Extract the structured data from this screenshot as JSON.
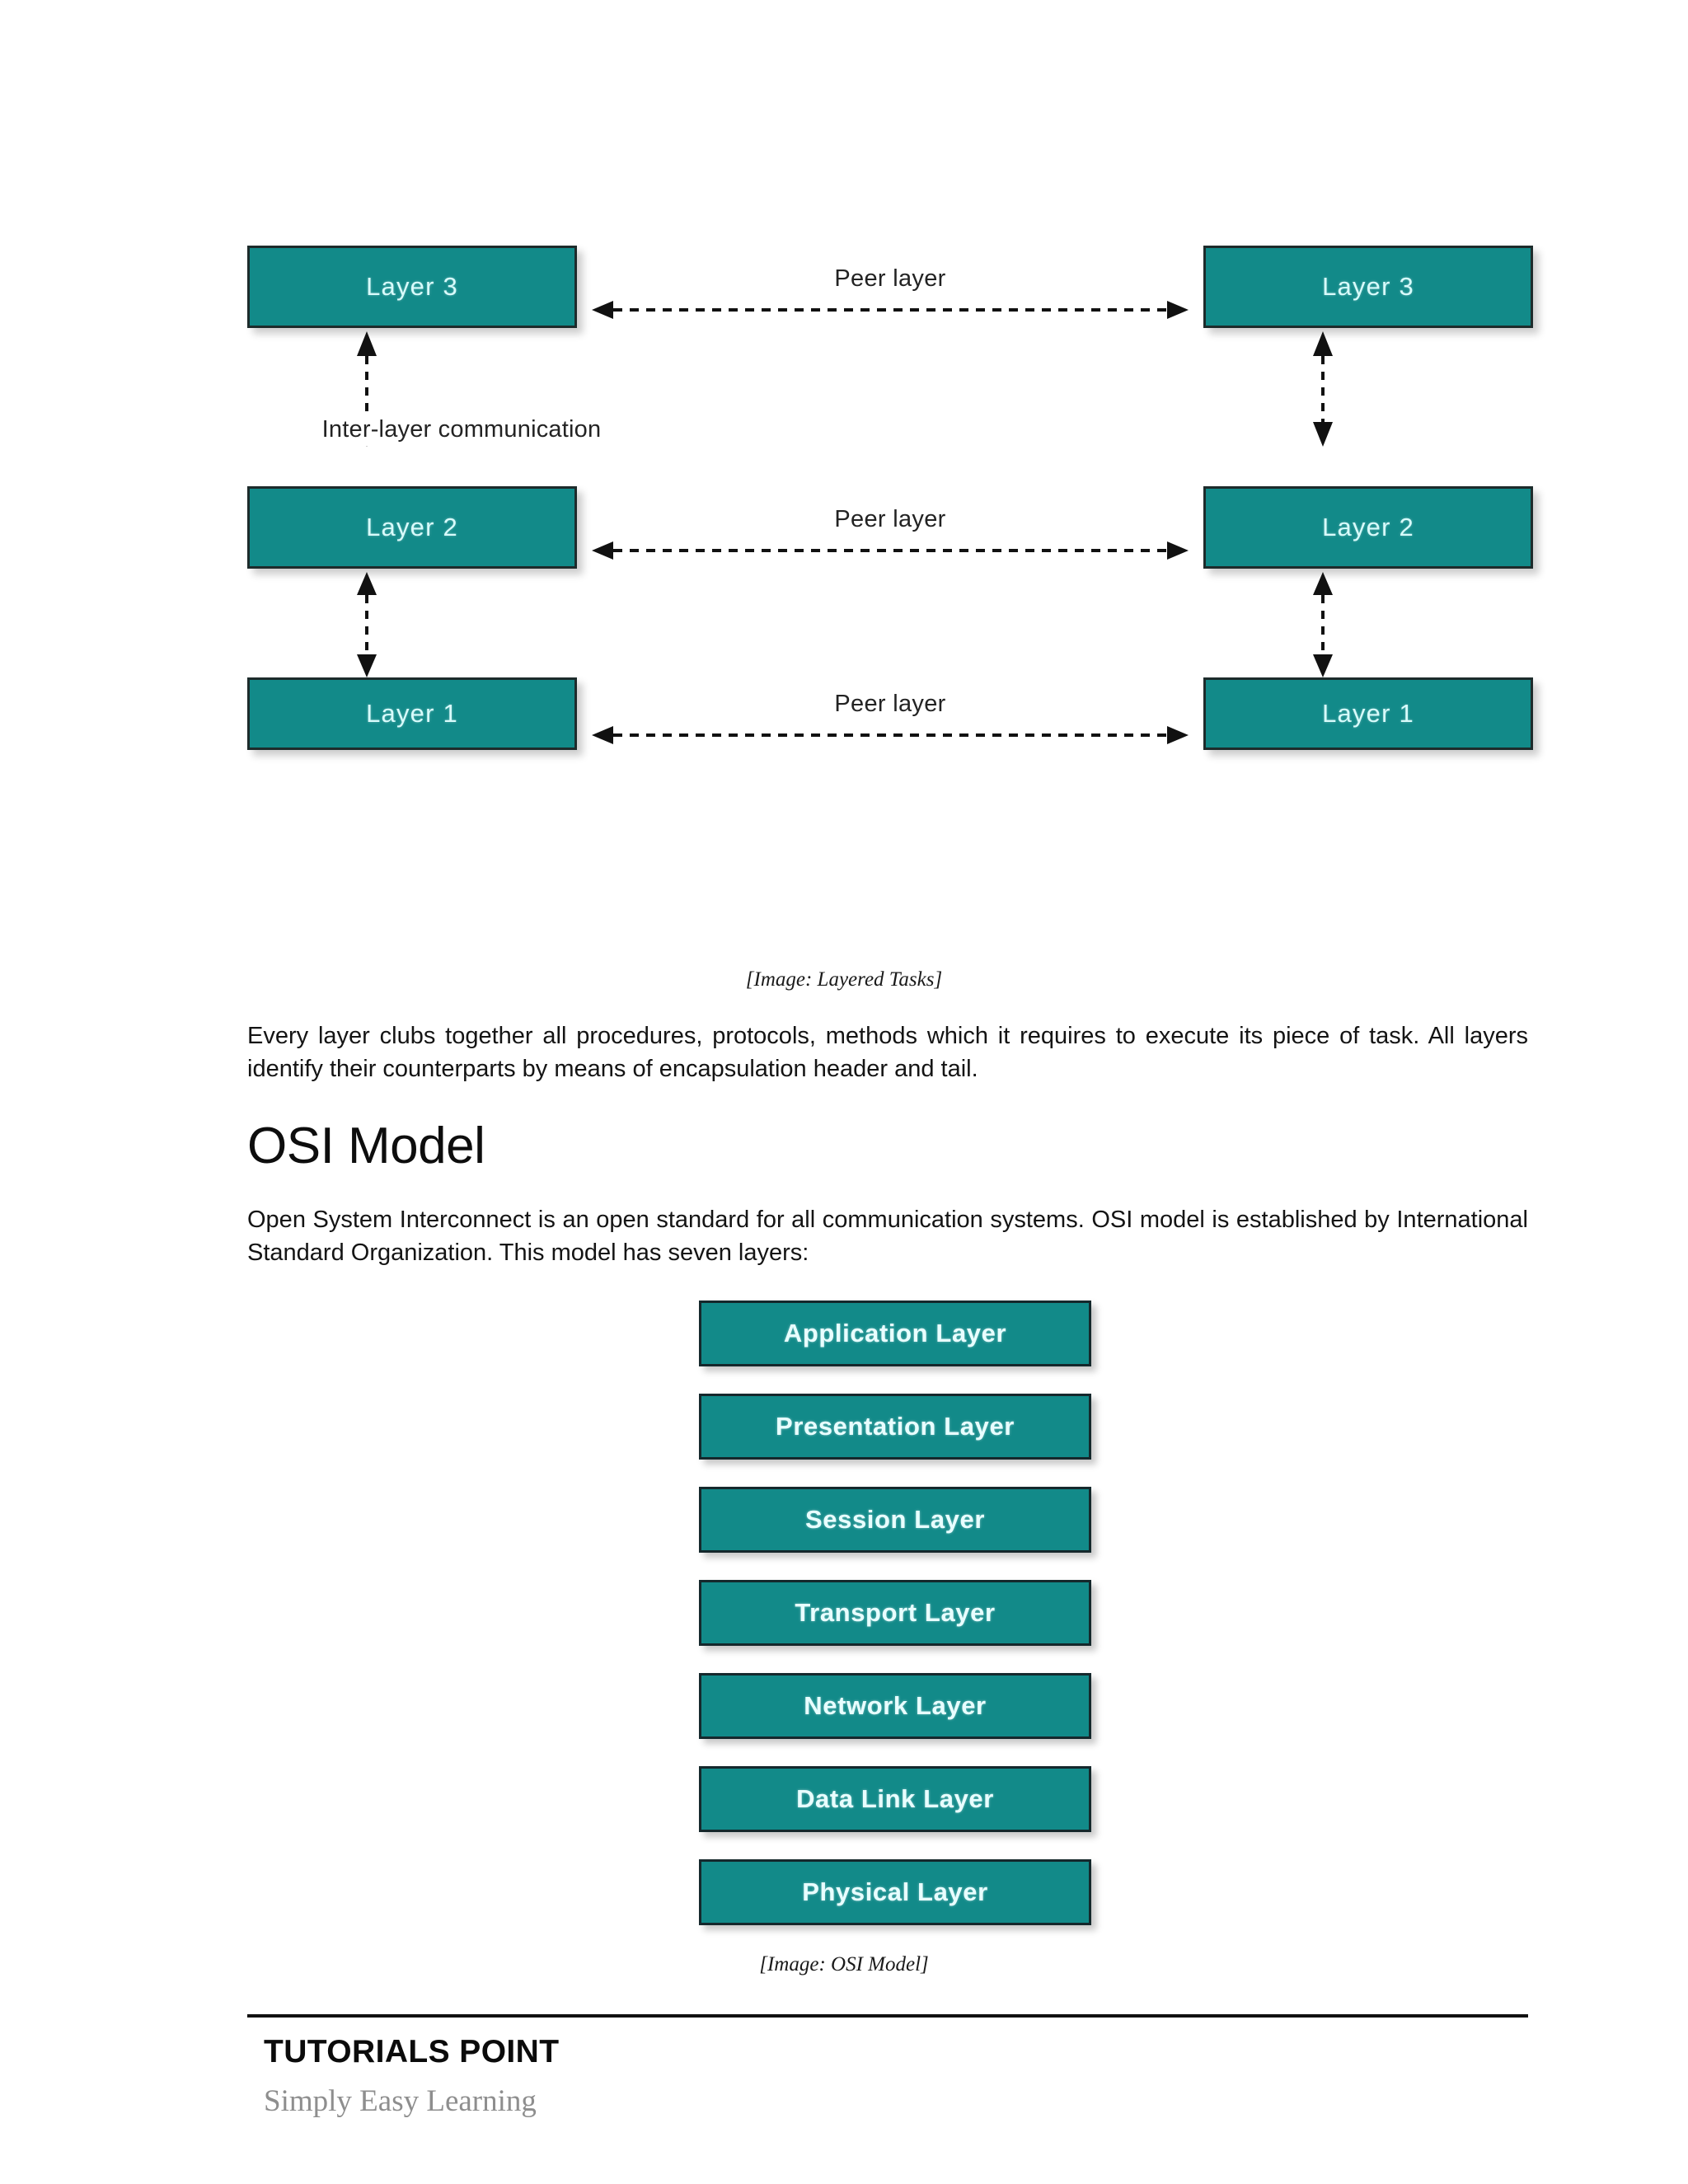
{
  "document": {
    "figures": [
      {
        "name": "layered-tasks",
        "caption": "[Image: Layered Tasks]",
        "inter_layer_label": "Inter-layer communication",
        "peer_label": "Peer layer",
        "rows": [
          {
            "left_box": "Layer 3",
            "right_box": "Layer 3",
            "peer_label": "Peer layer"
          },
          {
            "left_box": "Layer 2",
            "right_box": "Layer 2",
            "peer_label": "Peer layer"
          },
          {
            "left_box": "Layer 1",
            "right_box": "Layer 1",
            "peer_label": "Peer layer"
          }
        ]
      },
      {
        "name": "osi-model",
        "caption": "[Image: OSI Model]",
        "layers": [
          "Application Layer",
          "Presentation Layer",
          "Session Layer",
          "Transport Layer",
          "Network Layer",
          "Data Link Layer",
          "Physical Layer"
        ]
      }
    ],
    "paragraphs": [
      "Every layer clubs together all procedures, protocols, methods which it requires to execute its piece of task. All layers identify their counterparts by means of encapsulation header and tail.",
      "Open System Interconnect is an open standard for all communication systems. OSI model is established by International Standard Organization. This model has seven layers:"
    ],
    "heading": "OSI Model",
    "footer": {
      "title": "TUTORIALS POINT",
      "subtitle": "Simply Easy Learning"
    },
    "colors": {
      "box_fill": "#128a89",
      "box_border": "#1d2b2b",
      "box_text": "#d8fbfb",
      "footer_subtitle": "#8e8e8e"
    }
  }
}
